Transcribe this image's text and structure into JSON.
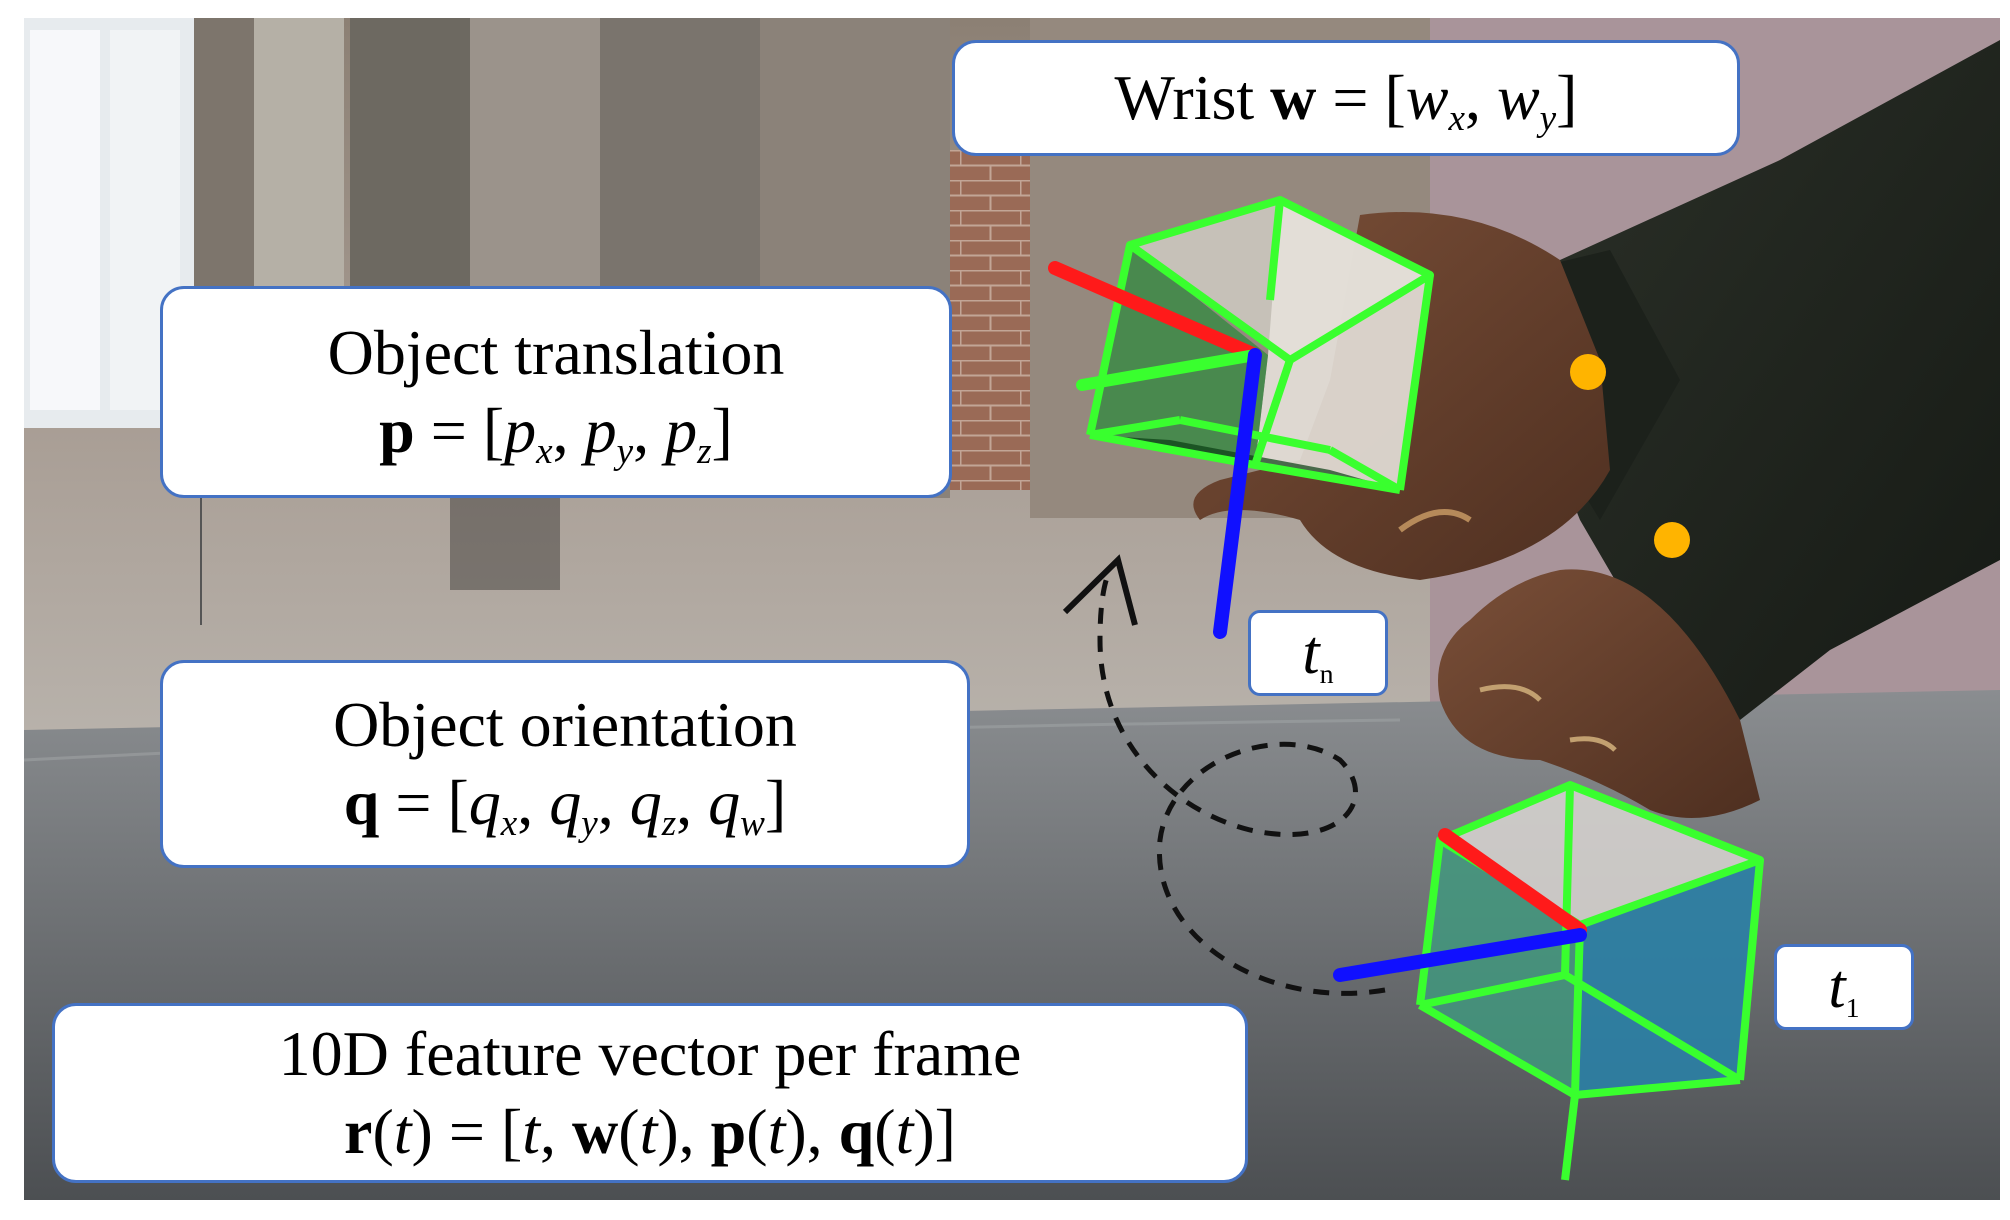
{
  "labels": {
    "wrist": {
      "prefix": "Wrist ",
      "bold_var": "w",
      "eq": " = [",
      "c1": "w",
      "c1_sub": "x",
      "sep": ", ",
      "c2": "w",
      "c2_sub": "y",
      "close": "]"
    },
    "translation": {
      "title": "Object translation",
      "bold_var": "p",
      "eq": " = [",
      "c1": "p",
      "c1_sub": "x",
      "c2": "p",
      "c2_sub": "y",
      "c3": "p",
      "c3_sub": "z",
      "sep": ", ",
      "close": "]"
    },
    "orientation": {
      "title": "Object orientation",
      "bold_var": "q",
      "eq": " = [",
      "c1": "q",
      "c1_sub": "x",
      "c2": "q",
      "c2_sub": "y",
      "c3": "q",
      "c3_sub": "z",
      "c4": "q",
      "c4_sub": "w",
      "sep": ", ",
      "close": "]"
    },
    "feature": {
      "title": "10D feature vector per frame",
      "r": "r",
      "t": "t",
      "w": "w",
      "p": "p",
      "q": "q",
      "open": "(",
      "close_paren": ")",
      "eq": " = [",
      "comma": ", ",
      "close": "]"
    },
    "tn": {
      "t": "t",
      "sub": "n"
    },
    "t1": {
      "t": "t",
      "sub": "1"
    }
  },
  "colors": {
    "box_border": "#4472c4",
    "cube_edges": "#39ff2e",
    "axis_x": "#ff1a1a",
    "axis_y": "#39ff2e",
    "axis_z": "#1010ff",
    "wrist_marker": "#ffb400",
    "trajectory": "#111111"
  },
  "icons": {
    "cube_near": "wireframe-cube",
    "cube_far": "wireframe-cube",
    "wrist_marker_upper": "dot",
    "wrist_marker_lower": "dot",
    "trajectory_arrow": "dashed-arrow"
  }
}
